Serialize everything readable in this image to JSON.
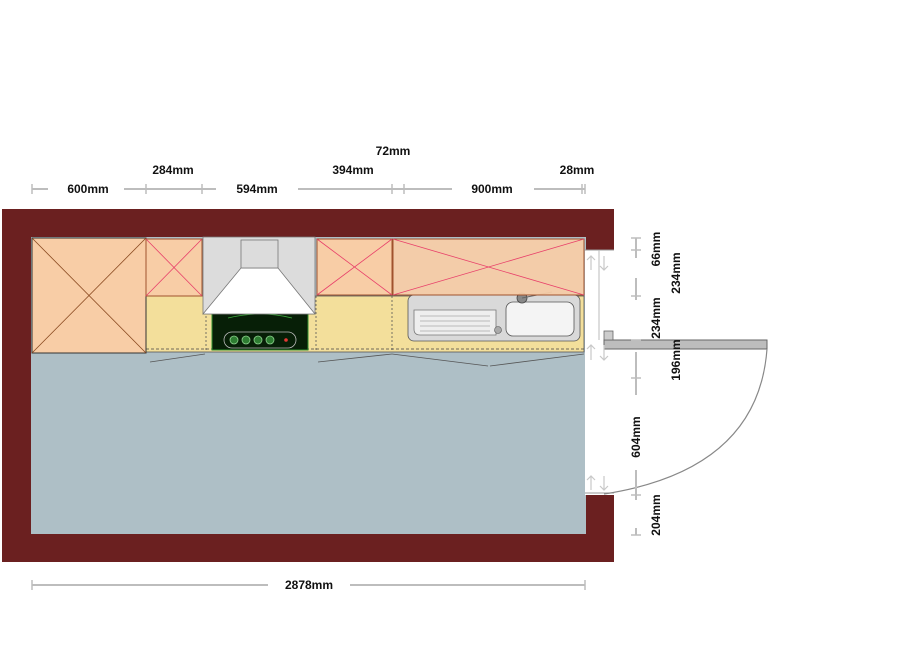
{
  "colors": {
    "wall": "#6b2020",
    "floor": "#aebfc6",
    "wall_cabinet": "#f8cda6",
    "base_cabinet": "#f3df9b",
    "hood": "#dcdcdc",
    "hob": "#071f07",
    "dimension_line": "#bdbdbd"
  },
  "dimensions": {
    "top_overall": "72mm",
    "seg_600": "600mm",
    "seg_284": "284mm",
    "seg_594": "594mm",
    "seg_394": "394mm",
    "seg_900": "900mm",
    "seg_28": "28mm",
    "bottom_overall": "2878mm",
    "right_66": "66mm",
    "right_234a": "234mm",
    "right_234b": "234mm",
    "right_196": "196mm",
    "right_604": "604mm",
    "right_204": "204mm"
  }
}
